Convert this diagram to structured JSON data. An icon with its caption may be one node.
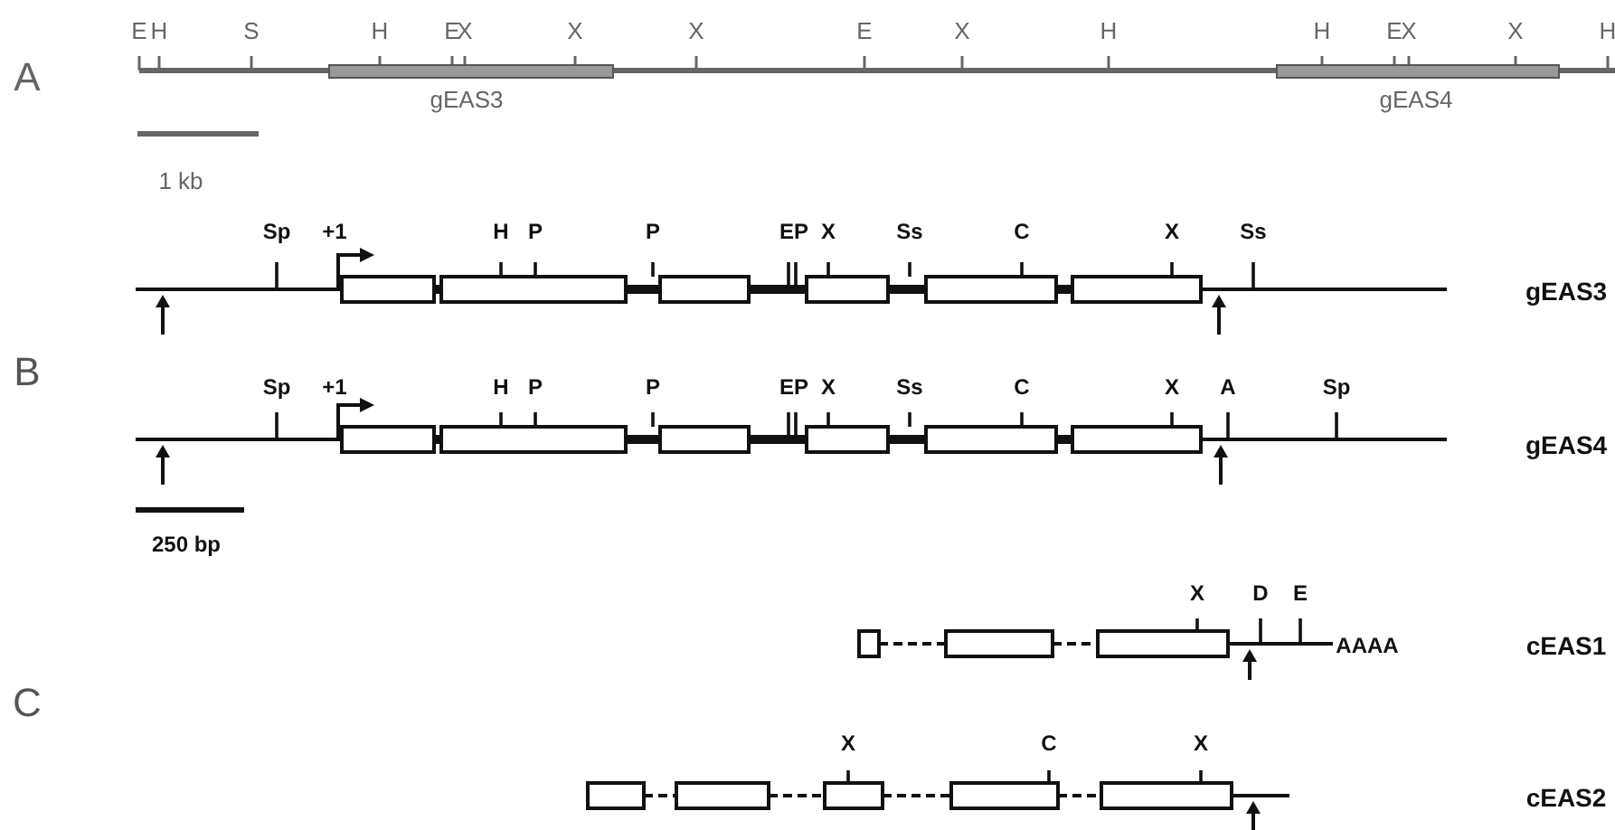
{
  "diagram": {
    "labels": [
      "E",
      "H",
      "S",
      "H",
      "E",
      "X",
      "X",
      "X",
      "E",
      "X",
      "H",
      "H",
      "E",
      "X",
      "X",
      "H",
      "A",
      "gEAS3",
      "gEAS4",
      "1 kb",
      "Sp",
      "+1",
      "H",
      "P",
      "P",
      "EP",
      "X",
      "Ss",
      "C",
      "X",
      "Ss",
      "gEAS3",
      "B",
      "Sp",
      "+1",
      "H",
      "P",
      "P",
      "EP",
      "X",
      "Ss",
      "C",
      "X",
      "A",
      "Sp",
      "gEAS4",
      "250 bp",
      "X",
      "D",
      "E",
      "AAAA",
      "cEAS1",
      "C",
      "X",
      "C",
      "X",
      "cEAS2"
    ]
  }
}
